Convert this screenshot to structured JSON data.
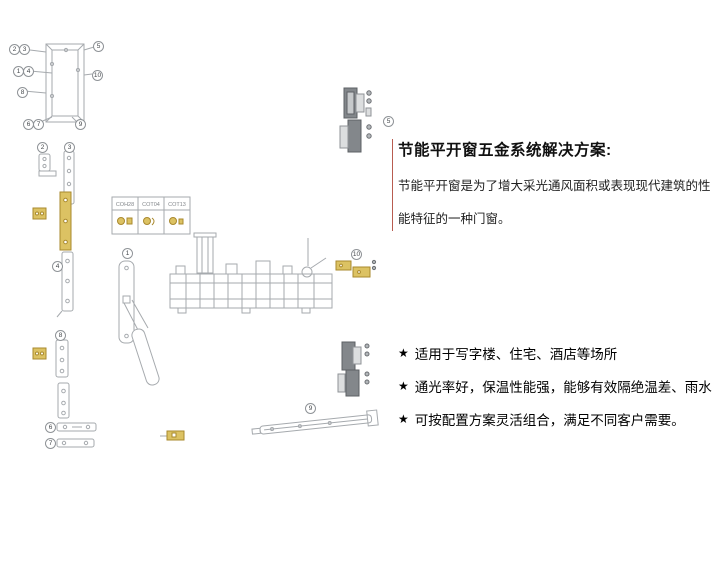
{
  "colors": {
    "accent_yellow": "#dcc263",
    "line_gray": "#a6aaae",
    "rule_red": "#b85c50"
  },
  "diagram": {
    "numbers": {
      "n1": "1",
      "n2": "2",
      "n3": "3",
      "n4": "4",
      "n5": "5",
      "n6": "6",
      "n7": "7",
      "n8": "8",
      "n9": "9",
      "n10": "10"
    },
    "table": {
      "headers": [
        "COH28",
        "COT04",
        "COT13"
      ]
    }
  },
  "content": {
    "title": "节能平开窗五金系统解决方案:",
    "intro": "节能平开窗是为了增大采光通风面积或表现现代建筑的性能特征的一种门窗。",
    "bullets": [
      {
        "marker": "★",
        "text": "适用于写字楼、住宅、酒店等场所"
      },
      {
        "marker": "★",
        "text": "通光率好，保温性能强，能够有效隔绝温差、雨水"
      },
      {
        "marker": "★",
        "text": "可按配置方案灵活组合，满足不同客户需要。"
      }
    ]
  }
}
